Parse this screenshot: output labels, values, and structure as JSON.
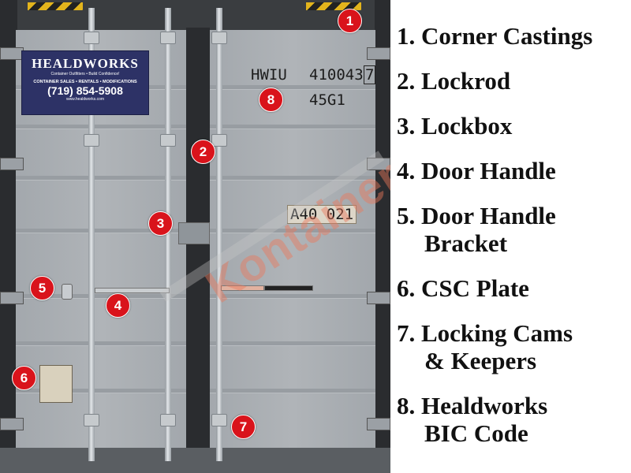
{
  "sign": {
    "brand": "HEALDWORKS",
    "tagline": "Container Outfitters • Build Confidence!",
    "services": "CONTAINER SALES • RENTALS • MODIFICATIONS",
    "phone": "(719) 854-5908",
    "website": "www.healdworks.com"
  },
  "markings": {
    "owner_code": "HWIU",
    "serial": "410043",
    "check_digit": "7",
    "type_code": "45G1",
    "plate": "A40  021"
  },
  "watermark": "Kontainer",
  "badges": [
    "1",
    "2",
    "3",
    "4",
    "5",
    "6",
    "7",
    "8"
  ],
  "legend": [
    {
      "line1": "1. Corner Castings"
    },
    {
      "line1": "2. Lockrod"
    },
    {
      "line1": "3. Lockbox"
    },
    {
      "line1": "4. Door Handle"
    },
    {
      "line1": "5. Door Handle",
      "line2": "Bracket"
    },
    {
      "line1": "6. CSC Plate"
    },
    {
      "line1": "7. Locking Cams",
      "line2": "& Keepers"
    },
    {
      "line1": "8. Healdworks",
      "line2": "BIC Code"
    }
  ],
  "colors": {
    "badge": "#d9131b",
    "sign": "#2d3266"
  }
}
